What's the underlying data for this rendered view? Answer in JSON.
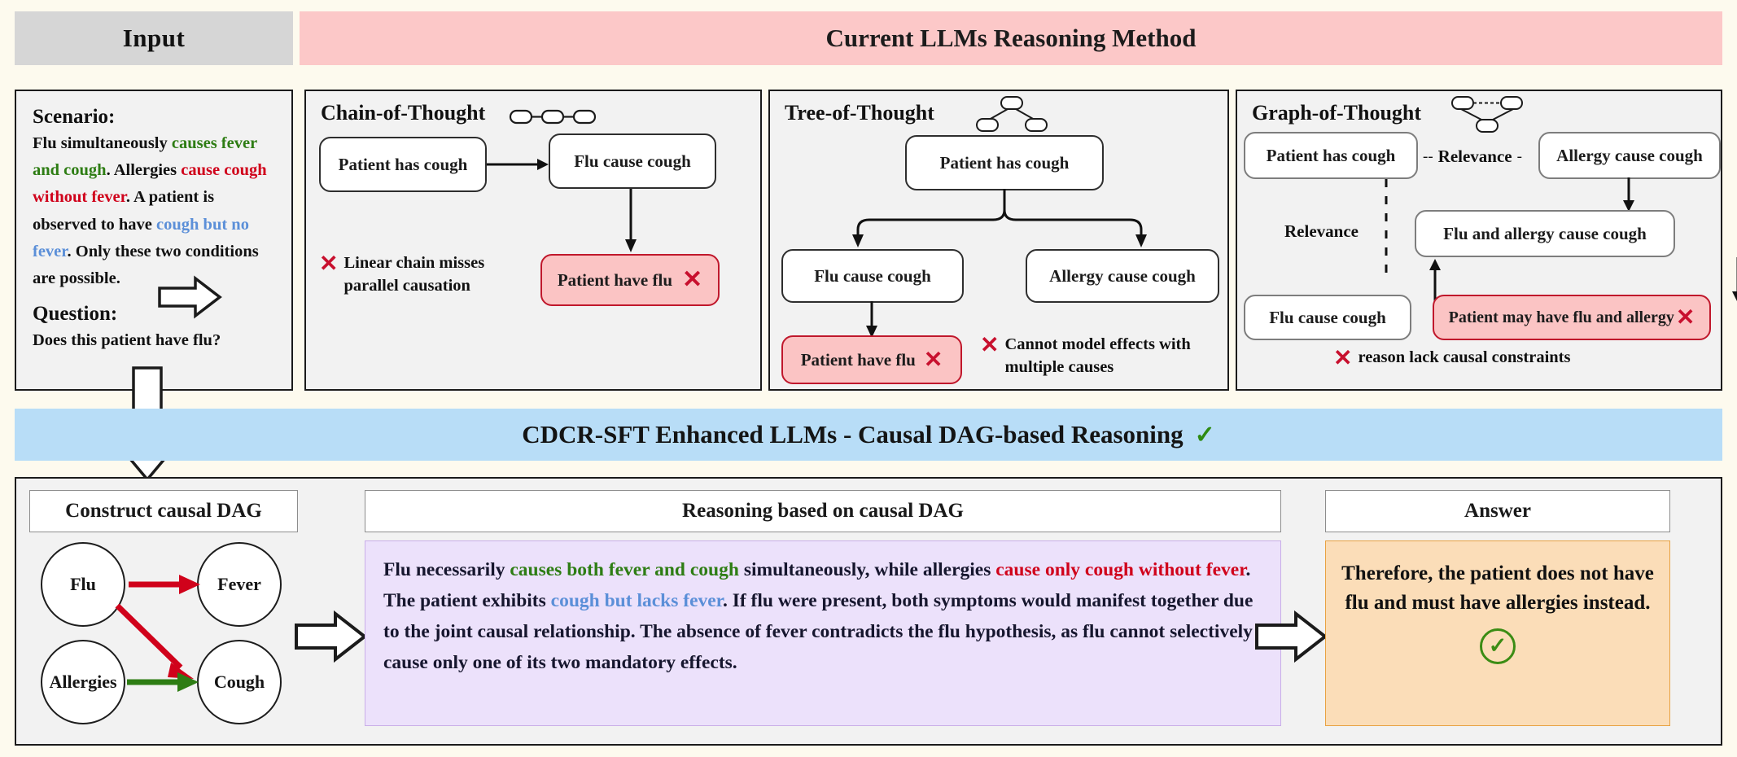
{
  "headers": {
    "input": "Input",
    "method": "Current LLMs Reasoning Method",
    "cdcr": "CDCR-SFT Enhanced LLMs - Causal DAG-based Reasoning",
    "cdcr_check": "✓"
  },
  "input": {
    "scenario_label": "Scenario:",
    "scenario_parts": {
      "p1": "Flu simultaneously ",
      "green": "causes fever and cough",
      "p2": ". Allergies ",
      "red": "cause cough without fever",
      "p3": ". A patient is observed to have ",
      "blue": "cough but no fever",
      "p4": ". Only these two conditions are possible."
    },
    "question_label": "Question:",
    "question": "Does this patient have flu?"
  },
  "cot": {
    "title": "Chain-of-Thought",
    "nodes": [
      {
        "label": "Patient has cough"
      },
      {
        "label": "Flu cause cough"
      },
      {
        "label": "Patient have flu",
        "state": "bad"
      }
    ],
    "critique": "Linear chain misses parallel causation",
    "x_mark": "✕"
  },
  "tot": {
    "title": "Tree-of-Thought",
    "nodes": [
      {
        "label": "Patient has cough"
      },
      {
        "label": "Flu cause cough"
      },
      {
        "label": "Allergy cause cough"
      },
      {
        "label": "Patient have flu",
        "state": "bad"
      }
    ],
    "critique": "Cannot model effects with multiple causes",
    "x_mark": "✕"
  },
  "got": {
    "title": "Graph-of-Thought",
    "nodes": [
      {
        "label": "Patient has cough"
      },
      {
        "label": "Allergy cause cough"
      },
      {
        "label": "Flu and allergy cause cough"
      },
      {
        "label": "Flu cause cough"
      },
      {
        "label": "Patient may have flu and allergy",
        "state": "bad"
      }
    ],
    "edge_label_top": "Relevance",
    "edge_label_left": "Relevance",
    "critique": "reason  lack causal constraints",
    "x_mark": "✕"
  },
  "bottom": {
    "dag_head": "Construct causal DAG",
    "reason_head": "Reasoning based on causal DAG",
    "answer_head": "Answer",
    "dag": {
      "nodes": [
        "Flu",
        "Fever",
        "Allergies",
        "Cough"
      ],
      "edges": [
        {
          "from": "Flu",
          "to": "Fever",
          "color": "#d0021b"
        },
        {
          "from": "Flu",
          "to": "Cough",
          "color": "#d0021b"
        },
        {
          "from": "Allergies",
          "to": "Cough",
          "color": "#2e7d14"
        }
      ]
    },
    "reasoning_parts": {
      "p1": "Flu necessarily ",
      "green": "causes both fever and cough",
      "p2": " simultaneously, while allergies ",
      "red": "cause only cough without fever",
      "p3": ". The patient exhibits ",
      "blue": "cough but lacks fever",
      "p4": ". If flu were present, both symptoms would manifest together due to the joint causal relationship. The absence of fever contradicts the flu hypothesis, as flu cannot selectively cause only one of its two mandatory effects."
    },
    "answer_text": "Therefore, the patient does not have flu and must have allergies instead.",
    "answer_check": "✓"
  },
  "colors": {
    "pink_banner": "#fcc8c8",
    "blue_banner": "#b8ddf7",
    "grey_header": "#d6d6d6",
    "panel_bg": "#f2f2f2",
    "page_bg": "#fdfaee",
    "bad_node": "#fbc4c4",
    "bad_border": "#c0182c",
    "reason_bg": "#ece1fb",
    "answer_bg": "#fbddb8",
    "green": "#2e7d14",
    "red": "#d0021b",
    "blue": "#5b8fd8"
  }
}
